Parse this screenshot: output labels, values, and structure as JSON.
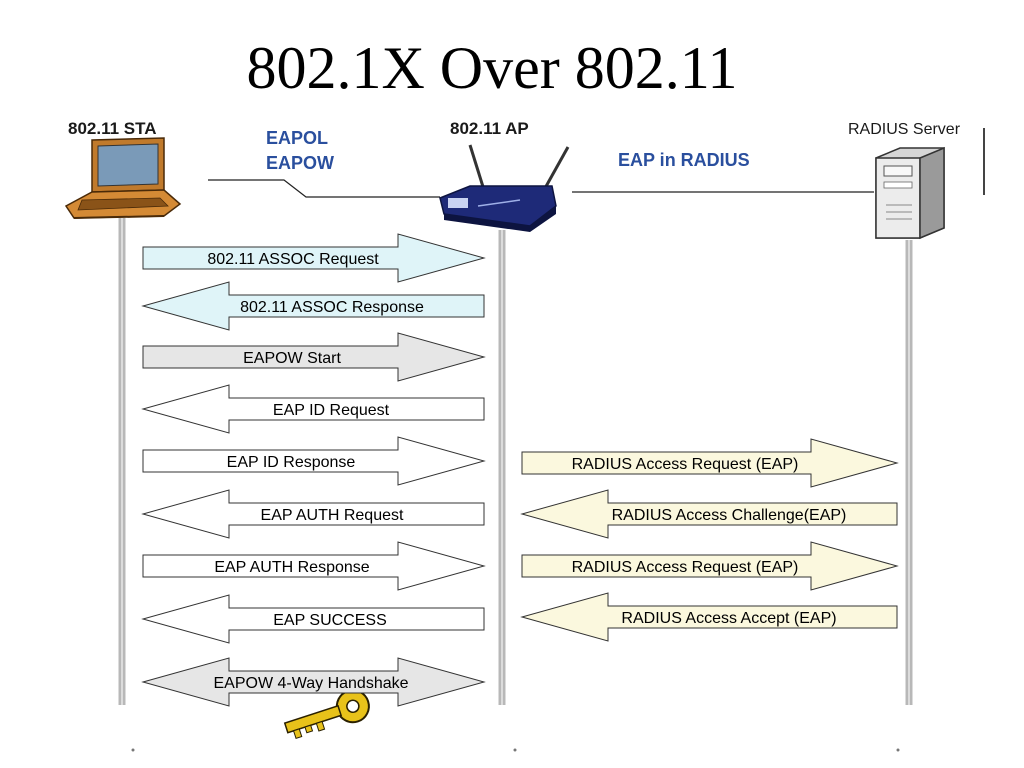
{
  "title": "802.1X Over 802.11",
  "entities": {
    "sta": "802.11 STA",
    "ap": "802.11 AP",
    "radius": "RADIUS Server"
  },
  "link_labels": {
    "eapol": "EAPOL",
    "eapow": "EAPOW",
    "eap_in_radius": "EAP in RADIUS"
  },
  "messages": [
    {
      "label": "802.11 ASSOC Request",
      "from": "sta",
      "to": "ap",
      "fill": "#dff4f8"
    },
    {
      "label": "802.11 ASSOC Response",
      "from": "ap",
      "to": "sta",
      "fill": "#dff4f8"
    },
    {
      "label": "EAPOW Start",
      "from": "sta",
      "to": "ap",
      "fill": "#e6e6e6"
    },
    {
      "label": "EAP ID Request",
      "from": "ap",
      "to": "sta",
      "fill": "#ffffff"
    },
    {
      "label": "EAP ID Response",
      "from": "sta",
      "to": "ap",
      "fill": "#ffffff"
    },
    {
      "label": "RADIUS Access Request (EAP)",
      "from": "ap",
      "to": "radius",
      "fill": "#fbf8de"
    },
    {
      "label": "EAP AUTH Request",
      "from": "ap",
      "to": "sta",
      "fill": "#ffffff"
    },
    {
      "label": "RADIUS Access Challenge(EAP)",
      "from": "radius",
      "to": "ap",
      "fill": "#fbf8de"
    },
    {
      "label": "EAP AUTH Response",
      "from": "sta",
      "to": "ap",
      "fill": "#ffffff"
    },
    {
      "label": "RADIUS Access Request (EAP)",
      "from": "ap",
      "to": "radius",
      "fill": "#fbf8de"
    },
    {
      "label": "EAP SUCCESS",
      "from": "ap",
      "to": "sta",
      "fill": "#ffffff"
    },
    {
      "label": "RADIUS Access Accept (EAP)",
      "from": "radius",
      "to": "ap",
      "fill": "#fbf8de"
    },
    {
      "label": "EAPOW 4-Way Handshake",
      "from": "sta",
      "to": "both",
      "fill": "#e6e6e6"
    }
  ]
}
